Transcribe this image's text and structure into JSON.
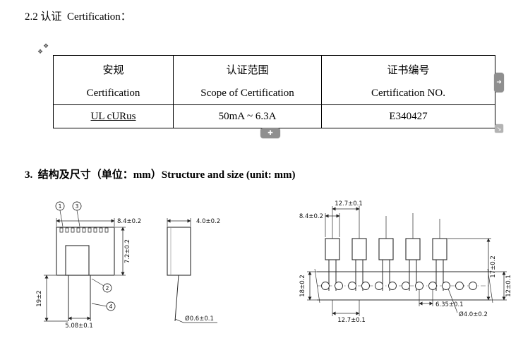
{
  "page": {
    "section_2_title": "2.2 认证  Certification：",
    "section_3_title": "3.  结构及尺寸（单位：mm）Structure and size (unit: mm)"
  },
  "table": {
    "headers": [
      {
        "zh": "安规",
        "en": "Certification"
      },
      {
        "zh": "认证范围",
        "en": "Scope of Certification"
      },
      {
        "zh": "证书编号",
        "en": "Certification NO."
      }
    ],
    "row": {
      "certification": "UL cURus",
      "scope": "50mA ~ 6.3A",
      "cert_no": "E340427"
    }
  },
  "overlays": {
    "anchor_marker": "❖",
    "nav_right": "➜",
    "nav_up": "✚",
    "nav_corner": "↘"
  },
  "drawings": {
    "front": {
      "callout_1": "1",
      "callout_3": "3",
      "callout_2": "2",
      "callout_4": "4",
      "dim_width": "8.4±0.2",
      "dim_body_height": "7.2±0.2",
      "dim_lead_length": "19±2",
      "dim_pitch": "5.08±0.1"
    },
    "side": {
      "dim_depth": "4.0±0.2",
      "dim_lead_dia": "Ø0.6±0.1"
    },
    "tape": {
      "dim_pitch_top": "12.7±0.1",
      "dim_body_width": "8.4±0.2",
      "dim_total_height": "17±0.2",
      "dim_tape_width": "18±0.2",
      "dim_right_height": "12±0.1",
      "dim_hole_pitch": "6.35±0.1",
      "dim_pitch_bottom": "12.7±0.1",
      "dim_hole_dia": "Ø4.0±0.2"
    }
  }
}
